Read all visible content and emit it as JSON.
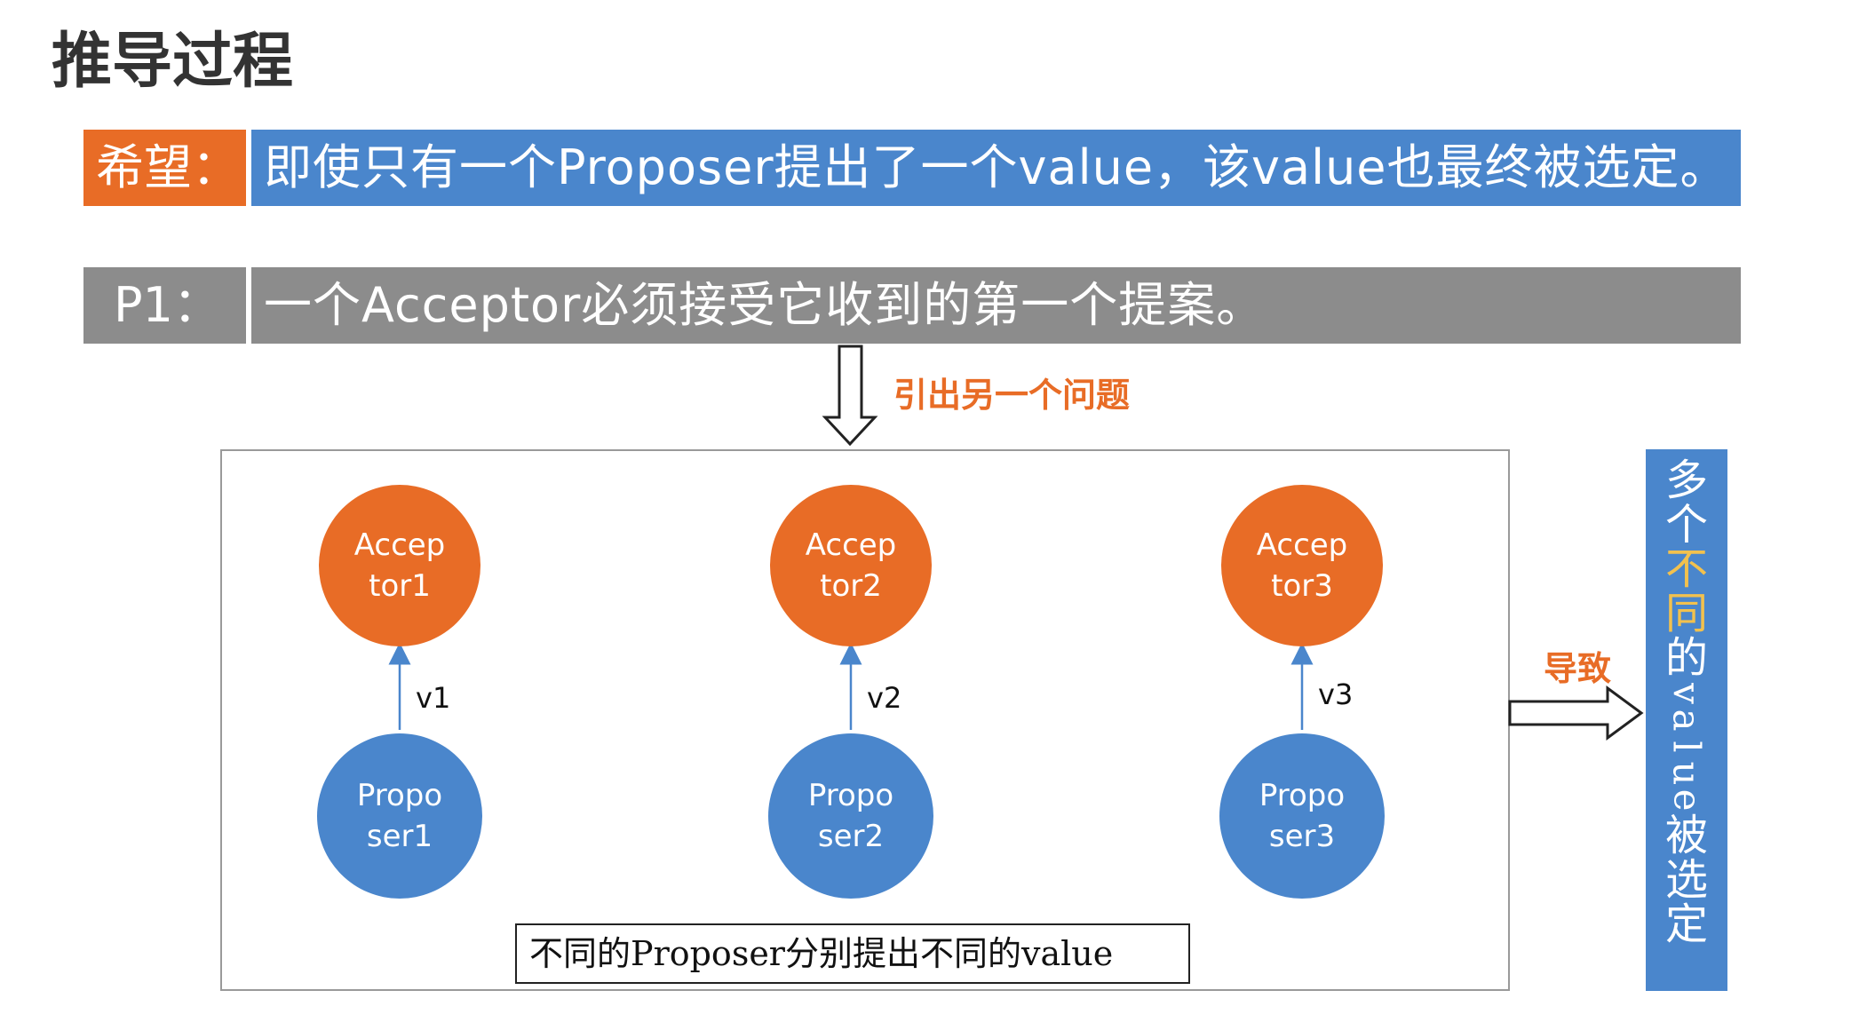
{
  "title": "推导过程",
  "hope": {
    "label": "希望：",
    "text": "即使只有一个Proposer提出了一个value，该value也最终被选定。"
  },
  "p1": {
    "label": "P1：",
    "text": "一个Acceptor必须接受它收到的第一个提案。"
  },
  "arrow_labels": {
    "problem": "引出另一个问题",
    "cause": "导致"
  },
  "diagram": {
    "acceptors": [
      "Accep\ntor1",
      "Accep\ntor2",
      "Accep\ntor3"
    ],
    "proposers": [
      "Propo\nser1",
      "Propo\nser2",
      "Propo\nser3"
    ],
    "edges": [
      "v1",
      "v2",
      "v3"
    ],
    "caption": "不同的Proposer分别提出不同的value"
  },
  "result": {
    "text": "多个不同的value被选定",
    "highlight": "不同"
  },
  "colors": {
    "orange": "#E86C26",
    "blue": "#4A86CC",
    "gray": "#8C8C8C",
    "highlight": "#F2C14E"
  }
}
